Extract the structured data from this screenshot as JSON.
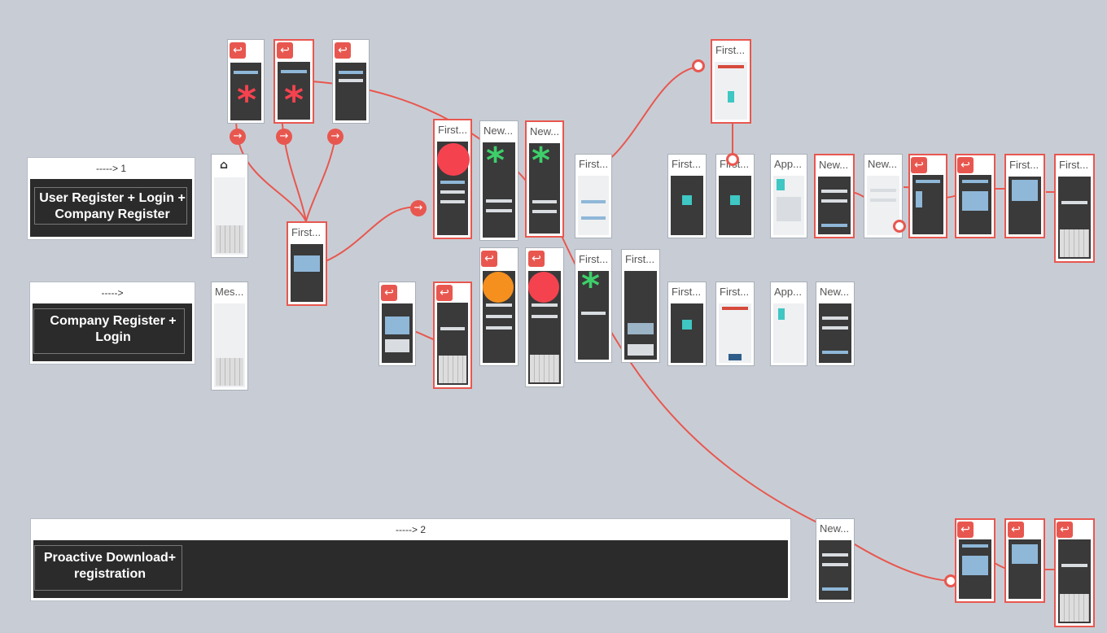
{
  "groups": [
    {
      "caption": "-----> 1",
      "title": "User Register + Login + Company Register"
    },
    {
      "caption": "----->",
      "title": "Company Register + Login"
    },
    {
      "caption": "-----> 2",
      "title": "Proactive Download+ registration"
    }
  ],
  "screens": {
    "s_first_top": "First...",
    "s_first_reg": "First...",
    "s_first_a": "First...",
    "s_new_a": "New...",
    "s_new_b": "New...",
    "s_first_b": "First...",
    "s_first_c": "First...",
    "s_first_d": "First...",
    "s_app_a": "App...",
    "s_new_c": "New...",
    "s_new_d": "New...",
    "s_first_e": "First...",
    "s_first_f": "First...",
    "s_mes": "Mes...",
    "s_first_g": "First...",
    "s_first_h": "First...",
    "s_first_i": "First...",
    "s_first_j": "First...",
    "s_app_b": "App...",
    "s_new_e": "New...",
    "s_new_f": "New..."
  },
  "colors": {
    "accent": "#e8574f",
    "canvas": "#c8cdd5",
    "green": "#3ecf6a",
    "orange": "#f5901e",
    "red_dot": "#f5424f",
    "dark": "#2b2b2b"
  },
  "icons": {
    "back": "↩",
    "arrow": "→",
    "home": "⌂",
    "asterisk": "*"
  }
}
